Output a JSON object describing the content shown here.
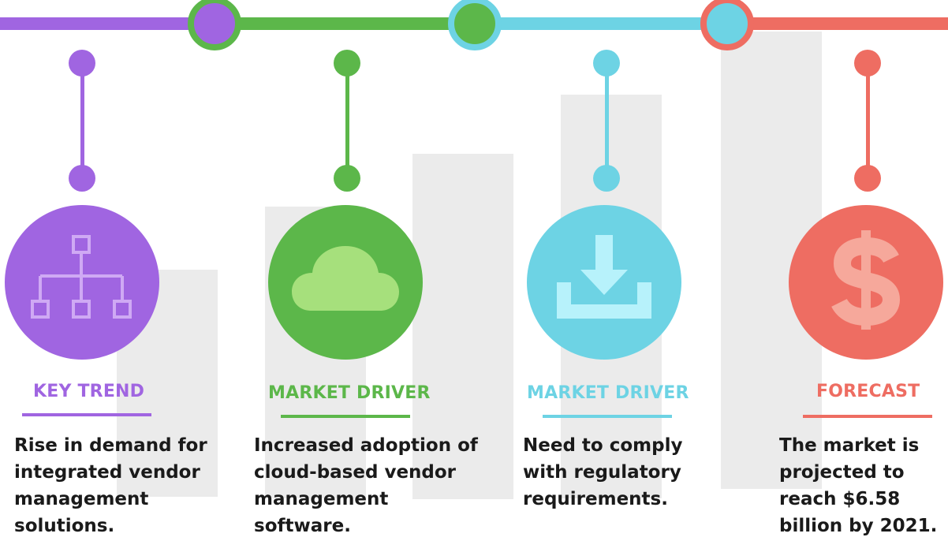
{
  "colors": {
    "purple": "#a065e1",
    "green": "#5cb74a",
    "cyan": "#6dd3e4",
    "red": "#ee6d62",
    "light_purple": "#cfa9f4",
    "light_green": "#a6e07c",
    "light_cyan": "#b7f2fb",
    "light_red": "#f6a89b"
  },
  "cards": [
    {
      "label": "KEY TREND",
      "icon": "hierarchy-icon",
      "color": "purple",
      "description": "Rise in demand for\nintegrated vendor\nmanagement\nsolutions."
    },
    {
      "label": "MARKET DRIVER",
      "icon": "cloud-icon",
      "color": "green",
      "description": "Increased adoption of\ncloud-based vendor\nmanagement\nsoftware."
    },
    {
      "label": "MARKET DRIVER",
      "icon": "download-icon",
      "color": "cyan",
      "description": "Need to comply\nwith regulatory\nrequirements."
    },
    {
      "label": "FORECAST",
      "icon": "dollar-icon",
      "color": "red",
      "description": "The market is\nprojected to\nreach $6.58\nbillion by 2021."
    }
  ]
}
